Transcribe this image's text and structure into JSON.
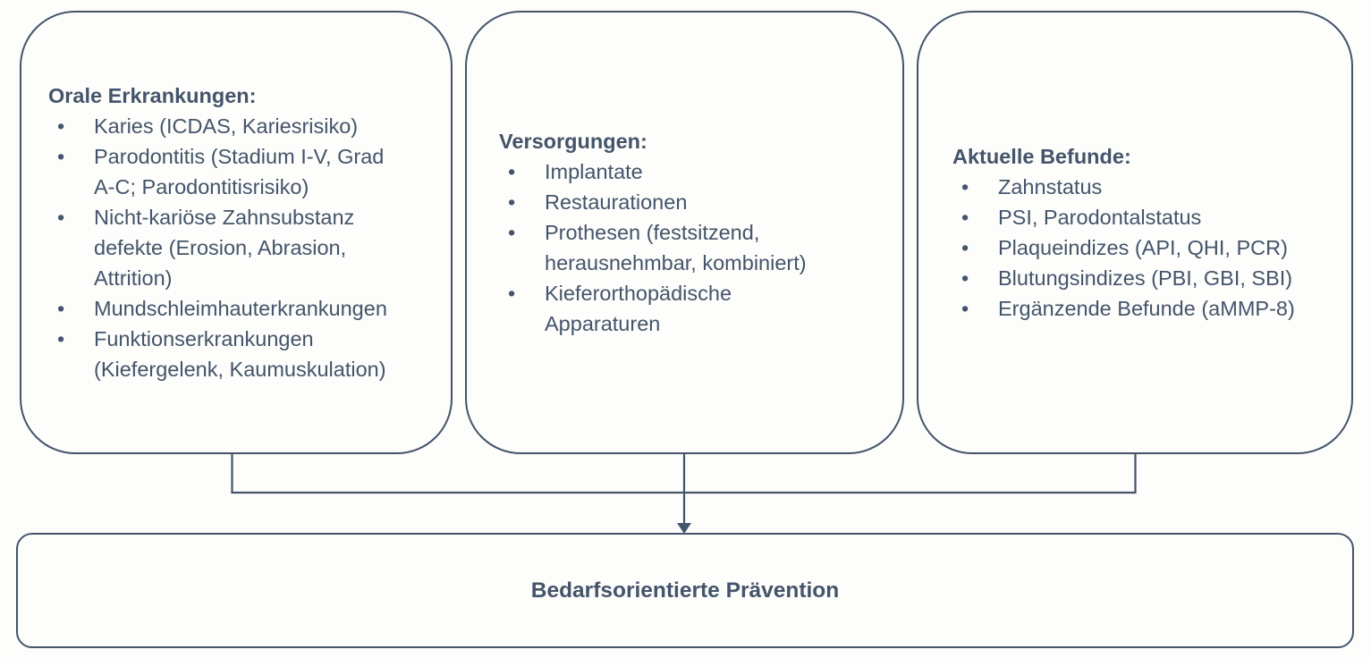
{
  "diagram": {
    "colors": {
      "stroke": "#44546A",
      "text": "#44546A",
      "background": "#FDFDFB"
    },
    "boxes": [
      {
        "title": "Orale Erkrankungen:",
        "items": [
          "Karies (ICDAS, Kariesrisiko)",
          "Parodontitis (Stadium I-V, Grad\nA-C; Parodontitisrisiko)",
          "Nicht-kariöse Zahnsubstanz\ndefekte (Erosion, Abrasion,\nAttrition)",
          "Mundschleimhauterkrankungen",
          "Funktionserkrankungen\n(Kiefergelenk, Kaumuskulation)"
        ]
      },
      {
        "title": "Versorgungen:",
        "items": [
          "Implantate",
          "Restaurationen",
          "Prothesen (festsitzend,\nherausnehmbar, kombiniert)",
          "Kieferorthopädische\nApparaturen"
        ]
      },
      {
        "title": "Aktuelle Befunde:",
        "items": [
          "Zahnstatus",
          "PSI, Parodontalstatus",
          "Plaqueindizes (API, QHI, PCR)",
          "Blutungsindizes (PBI, GBI, SBI)",
          "Ergänzende Befunde (aMMP-8)"
        ]
      }
    ],
    "result_box": {
      "label": "Bedarfsorientierte Prävention"
    }
  }
}
